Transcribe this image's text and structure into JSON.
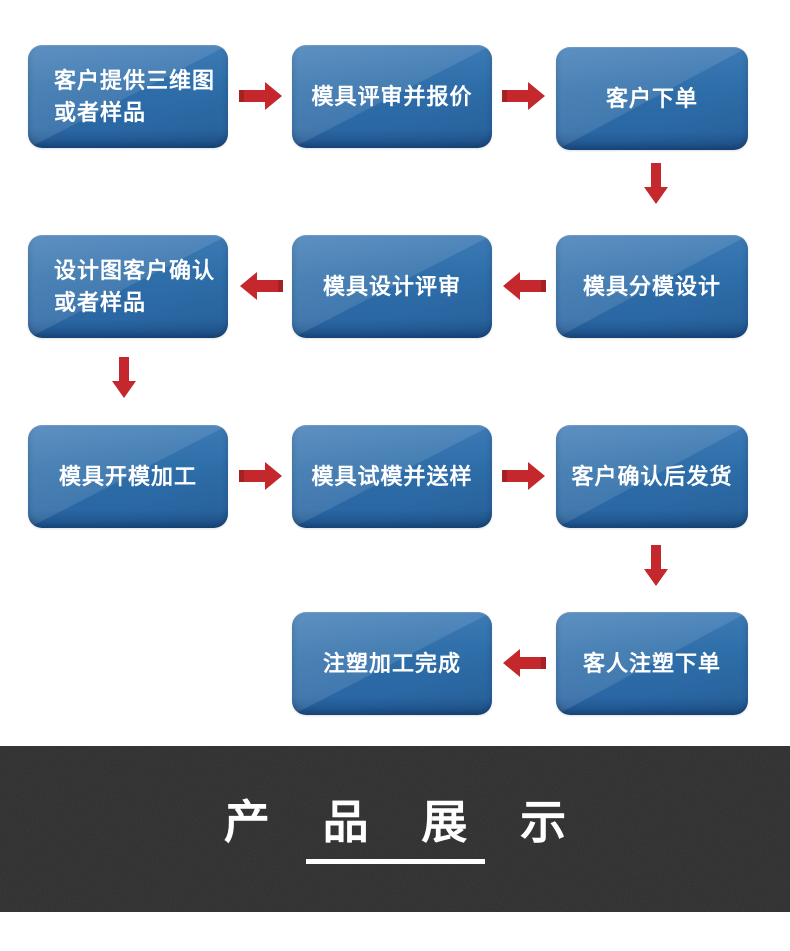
{
  "flowchart": {
    "steps": [
      {
        "line1": "客户提供三维图",
        "line2": "或者样品"
      },
      {
        "line1": "模具评审并报价"
      },
      {
        "line1": "客户下单"
      },
      {
        "line1": "模具分模设计"
      },
      {
        "line1": "模具设计评审"
      },
      {
        "line1": "设计图客户确认",
        "line2": "或者样品"
      },
      {
        "line1": "模具开模加工"
      },
      {
        "line1": "模具试模并送样"
      },
      {
        "line1": "客户确认后发货"
      },
      {
        "line1": "客人注塑下单"
      },
      {
        "line1": "注塑加工完成"
      }
    ]
  },
  "banner": {
    "title": "产 品 展 示"
  },
  "colors": {
    "box_blue": "#2c6aa6",
    "box_blue_light": "#3d7ab5",
    "box_blue_dark": "#1d5189",
    "arrow_red": "#c4282c",
    "banner_bg": "#2b2b2b",
    "text_white": "#ffffff"
  }
}
